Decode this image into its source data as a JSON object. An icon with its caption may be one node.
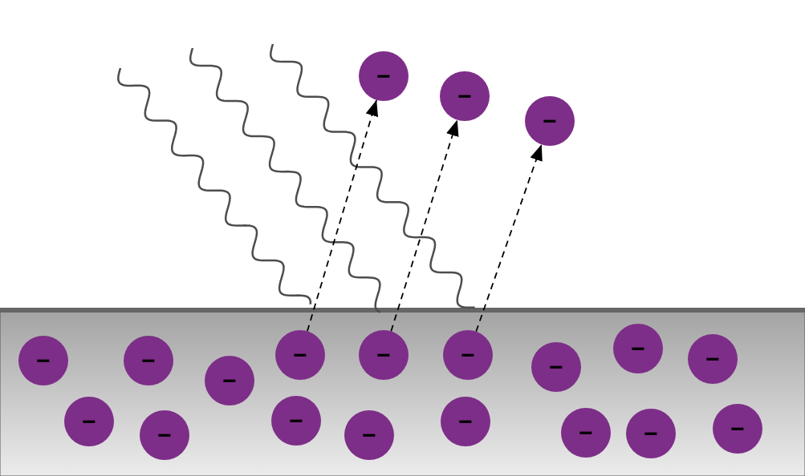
{
  "diagram": {
    "nodes": [
      {
        "text": [
          "−"
        ]
      },
      {
        "text": [
          "−"
        ]
      },
      {
        "text": [
          "−"
        ]
      },
      {
        "text": [
          "−"
        ]
      },
      {
        "text": [
          "−"
        ]
      },
      {
        "text": [
          "−"
        ]
      },
      {
        "text": [
          "−"
        ]
      },
      {
        "text": [
          "−"
        ]
      },
      {
        "text": [
          "−"
        ]
      },
      {
        "text": [
          "−"
        ]
      },
      {
        "text": [
          "−"
        ]
      },
      {
        "text": [
          "−"
        ]
      },
      {
        "text": [
          "−"
        ]
      },
      {
        "text": [
          "−"
        ]
      },
      {
        "text": [
          "−"
        ]
      },
      {
        "text": [
          "−"
        ]
      },
      {
        "text": [
          "−"
        ]
      },
      {
        "text": [
          "−"
        ]
      },
      {
        "text": [
          "−"
        ]
      },
      {
        "text": [
          "−"
        ]
      }
    ],
    "edges": [
      {
        "from": 6,
        "to": 0,
        "arrow": "to",
        "style": "dashed"
      },
      {
        "from": 7,
        "to": 1,
        "arrow": "to",
        "style": "dashed"
      },
      {
        "from": 8,
        "to": 2,
        "arrow": "to",
        "style": "dashed"
      }
    ]
  }
}
